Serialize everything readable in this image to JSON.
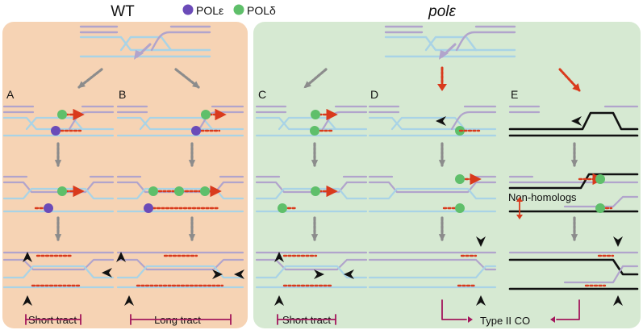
{
  "header": {
    "wt_label": "WT",
    "pole_legend": "POLε",
    "pold_legend": "POLδ",
    "mutant_label": "polε"
  },
  "panels": {
    "a": "A",
    "b": "B",
    "c": "C",
    "d": "D",
    "e": "E"
  },
  "annotations": {
    "short_tract_wt": "Short tract",
    "long_tract": "Long tract",
    "short_tract_mut": "Short tract",
    "non_homologs": "Non-homologs",
    "type2_co": "Type II CO"
  },
  "colors": {
    "wt_bg": "#f6d3b4",
    "mut_bg": "#d6e9d2",
    "dna_blue": "#a9d3e6",
    "dna_purple": "#b1a4cc",
    "pol_epsilon": "#6b4bb8",
    "pol_delta": "#5fbf6a",
    "synthesis": "#d93a1c",
    "gray_arrow": "#8c8c8c",
    "tract_bar": "#a3175c",
    "nonhomolog": "#111111"
  }
}
